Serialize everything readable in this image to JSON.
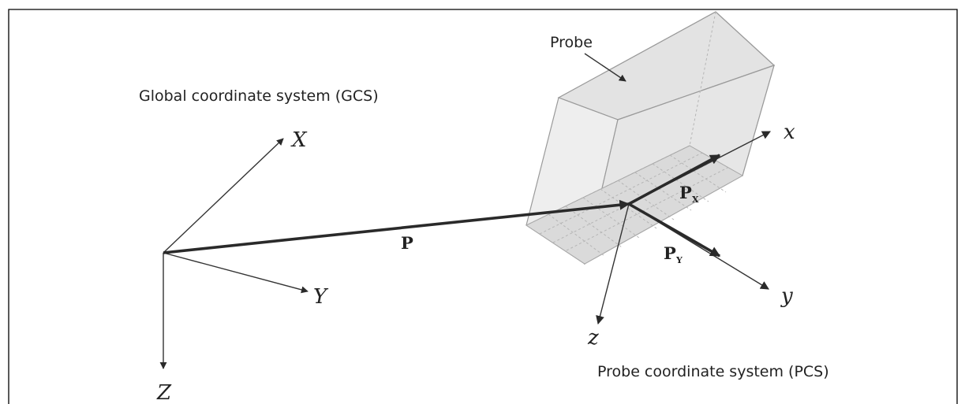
{
  "labels": {
    "gcs_title": "Global coordinate system (GCS)",
    "pcs_title": "Probe coordinate system (PCS)",
    "probe": "Probe",
    "gcs_X": "X",
    "gcs_Y": "Y",
    "gcs_Z": "Z",
    "pcs_x": "x",
    "pcs_y": "y",
    "pcs_z": "z",
    "vector_P": "P",
    "vector_Px": "P",
    "vector_Px_sub": "X",
    "vector_Py": "P",
    "vector_Py_sub": "Y"
  },
  "colors": {
    "line": "#2a2a2a",
    "probe_fill": "#ebebeb",
    "probe_edge": "#9a9a9a",
    "frame": "#000000"
  }
}
